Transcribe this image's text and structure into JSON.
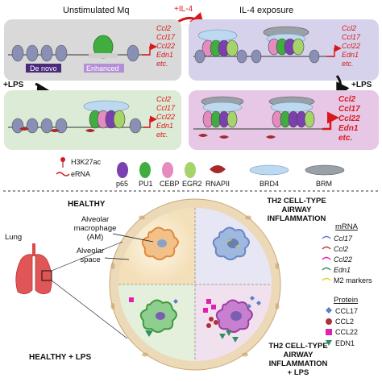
{
  "top": {
    "left_title": "Unstimulated Mq",
    "right_title": "IL-4 exposure",
    "arrow_label": "+IL-4",
    "lps_label_left": "+LPS",
    "lps_label_right": "+LPS",
    "de_novo_label": "De novo",
    "enhanced_label": "Enhanced",
    "genes": [
      "Ccl2",
      "Ccl17",
      "Ccl22",
      "Edn1",
      "etc."
    ],
    "colors": {
      "panel_gray": "#d9d9d9",
      "panel_lavender": "#d6d2ec",
      "panel_green": "#dcebd6",
      "panel_pink": "#e6c8e6",
      "gene_red": "#d7191c",
      "de_novo_bg": "#4b2a7a",
      "enhanced_bg": "#b48fd6"
    }
  },
  "legend": {
    "h3k27ac": "H3K27ac",
    "erna": "eRNA",
    "p65": "p65",
    "pu1": "PU1",
    "cebp": "CEBP",
    "egr2": "EGR2",
    "rnapii": "RNAPII",
    "brd4": "BRD4",
    "brm": "BRM"
  },
  "bottom": {
    "healthy": "HEALTHY",
    "th2_top": [
      "TH2 CELL-TYPE",
      "AIRWAY",
      "INFLAMMATION"
    ],
    "alveolar_macrophage": [
      "Alveolar",
      "macrophage",
      "(AM)"
    ],
    "alveolar_space": [
      "Alveolar",
      "space"
    ],
    "lung": "Lung",
    "healthy_lps": "HEALTHY + LPS",
    "th2_bottom": [
      "TH2 CELL-TYPE",
      "AIRWAY",
      "INFLAMMATION",
      "+ LPS"
    ],
    "mrna_title": "mRNA",
    "mrna_items": [
      "Ccl17",
      "Ccl2",
      "Ccl22",
      "Edn1",
      "M2 markers"
    ],
    "protein_title": "Protein",
    "protein_items": [
      "CCL17",
      "CCL2",
      "CCL22",
      "EDN1"
    ]
  }
}
